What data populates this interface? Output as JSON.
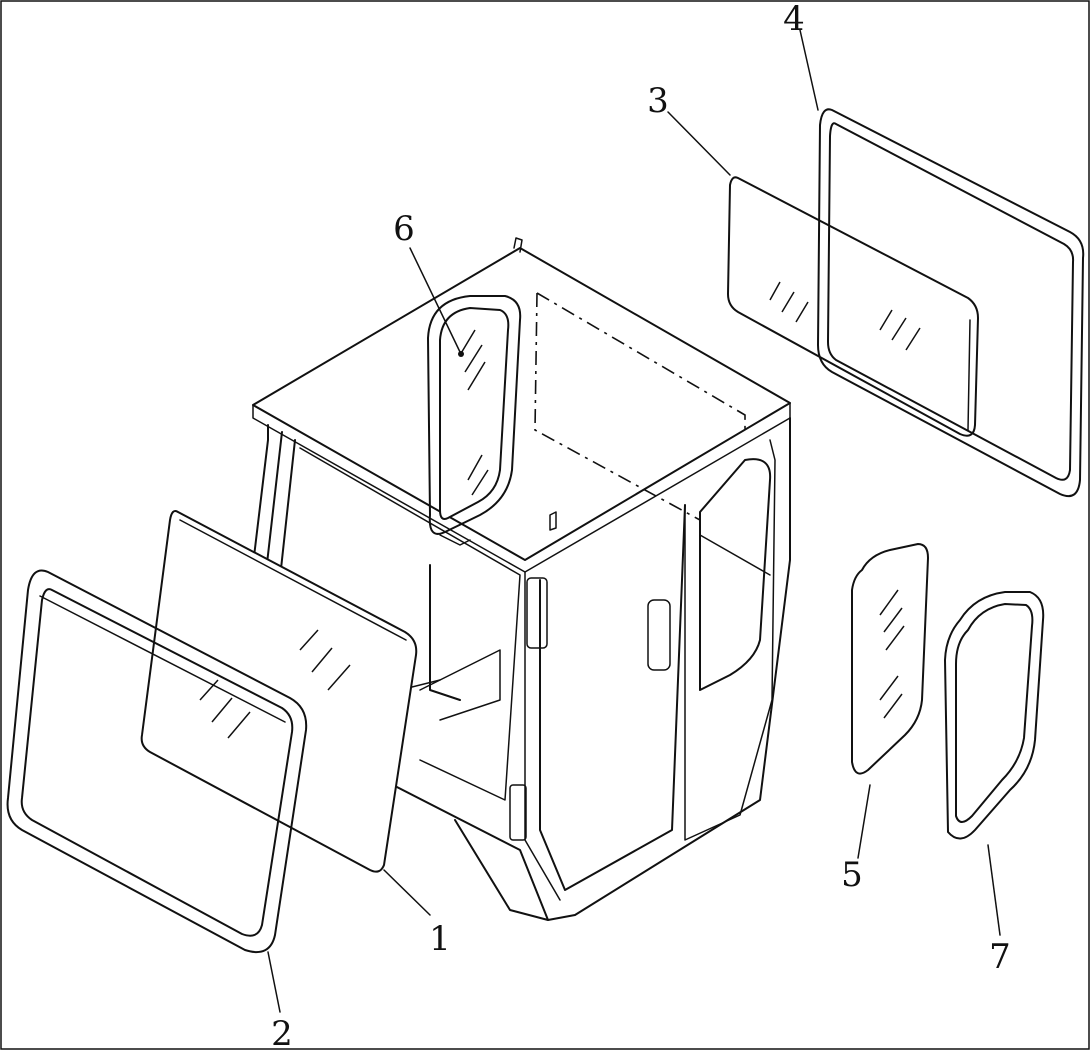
{
  "diagram": {
    "callouts": [
      {
        "id": "1",
        "label": "1"
      },
      {
        "id": "2",
        "label": "2"
      },
      {
        "id": "3",
        "label": "3"
      },
      {
        "id": "4",
        "label": "4"
      },
      {
        "id": "5",
        "label": "5"
      },
      {
        "id": "6",
        "label": "6"
      },
      {
        "id": "7",
        "label": "7"
      }
    ],
    "line_color": "#111111",
    "background_color": "#ffffff"
  }
}
